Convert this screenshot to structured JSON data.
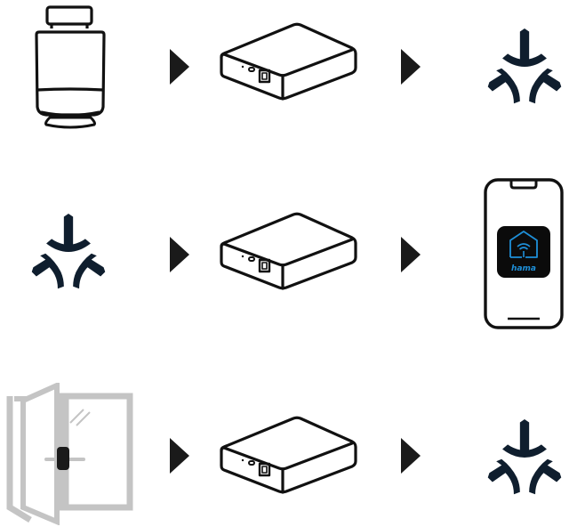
{
  "diagram": {
    "colors": {
      "line": "#111111",
      "matter": "#0f1e2e",
      "window": "#c4c4c4",
      "sensor": "#1a1a1a",
      "arrow": "#1a1a1a",
      "app_bg": "#0b0b0b",
      "app_accent": "#1e8fd8"
    },
    "rows": [
      {
        "source": {
          "label": "Radiator thermostat",
          "icon": "thermostat-icon"
        },
        "hub": {
          "label": "Hub / gateway",
          "icon": "hub-icon"
        },
        "target": {
          "label": "Matter",
          "icon": "matter-logo-icon"
        }
      },
      {
        "source": {
          "label": "Matter",
          "icon": "matter-logo-icon"
        },
        "hub": {
          "label": "Hub / gateway",
          "icon": "hub-icon"
        },
        "target": {
          "label": "Smartphone with Hama app",
          "icon": "smartphone-icon",
          "app_name": "hama"
        }
      },
      {
        "source": {
          "label": "Window with door/window contact sensor",
          "icon": "window-sensor-icon"
        },
        "hub": {
          "label": "Hub / gateway",
          "icon": "hub-icon"
        },
        "target": {
          "label": "Matter",
          "icon": "matter-logo-icon"
        }
      }
    ]
  }
}
